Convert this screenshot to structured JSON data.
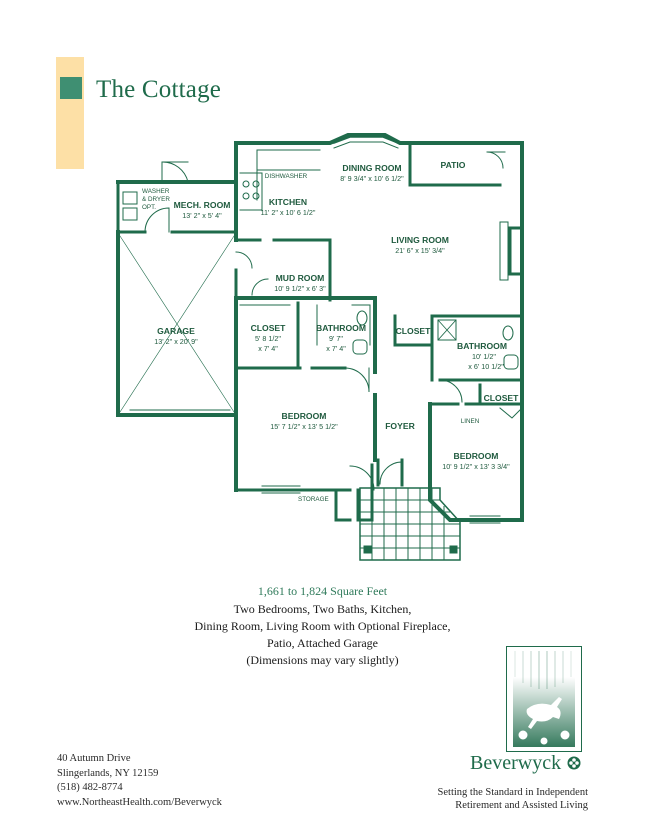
{
  "header": {
    "title": "The Cottage"
  },
  "rooms": {
    "dining_room": {
      "name": "DINING ROOM",
      "dims": "8' 9 3/4\" x 10' 6 1/2\""
    },
    "patio": {
      "name": "PATIO"
    },
    "dishwasher": {
      "name": "DISHWASHER"
    },
    "kitchen": {
      "name": "KITCHEN",
      "dims": "11' 2\" x 10' 6 1/2\""
    },
    "washer_dryer": {
      "line1": "WASHER",
      "line2": "& DRYER",
      "line3": "OPT."
    },
    "mech_room": {
      "name": "MECH. ROOM",
      "dims": "13' 2\" x 5' 4\""
    },
    "living_room": {
      "name": "LIVING ROOM",
      "dims": "21' 6\" x 15' 3/4\""
    },
    "mud_room": {
      "name": "MUD ROOM",
      "dims": "10' 9 1/2\" x 6' 3\""
    },
    "garage": {
      "name": "GARAGE",
      "dims": "13' 2\" x 20' 9\""
    },
    "closet_left": {
      "name": "CLOSET",
      "dims1": "5' 8 1/2\"",
      "dims2": "x 7' 4\""
    },
    "bathroom_left": {
      "name": "BATHROOM",
      "dims1": "9' 7\"",
      "dims2": "x 7' 4\""
    },
    "closet_center": {
      "name": "CLOSET"
    },
    "bathroom_right": {
      "name": "BATHROOM",
      "dims1": "10' 1/2\"",
      "dims2": "x 6' 10 1/2\""
    },
    "closet_right": {
      "name": "CLOSET"
    },
    "linen": {
      "name": "LINEN"
    },
    "bedroom_left": {
      "name": "BEDROOM",
      "dims": "15' 7 1/2\" x 13' 5 1/2\""
    },
    "foyer": {
      "name": "FOYER"
    },
    "bedroom_right": {
      "name": "BEDROOM",
      "dims": "10' 9 1/2\" x 13' 3 3/4\""
    },
    "storage": {
      "name": "STORAGE"
    }
  },
  "info": {
    "sqft": "1,661 to 1,824 Square Feet",
    "line1": "Two Bedrooms, Two Baths, Kitchen,",
    "line2": "Dining Room, Living Room with Optional Fireplace,",
    "line3": "Patio, Attached Garage",
    "line4": "(Dimensions may vary slightly)"
  },
  "address": {
    "street": "40 Autumn Drive",
    "city": "Slingerlands, NY 12159",
    "phone": "(518) 482-8774",
    "web": "www.NortheastHealth.com/Beverwyck"
  },
  "brand": {
    "name": "Beverwyck",
    "tagline1": "Setting the Standard in Independent",
    "tagline2": "Retirement and Assisted Living"
  },
  "colors": {
    "wall": "#1f6b4b",
    "accent_square": "#3f8f72",
    "tan_bar": "#fde0a6"
  }
}
